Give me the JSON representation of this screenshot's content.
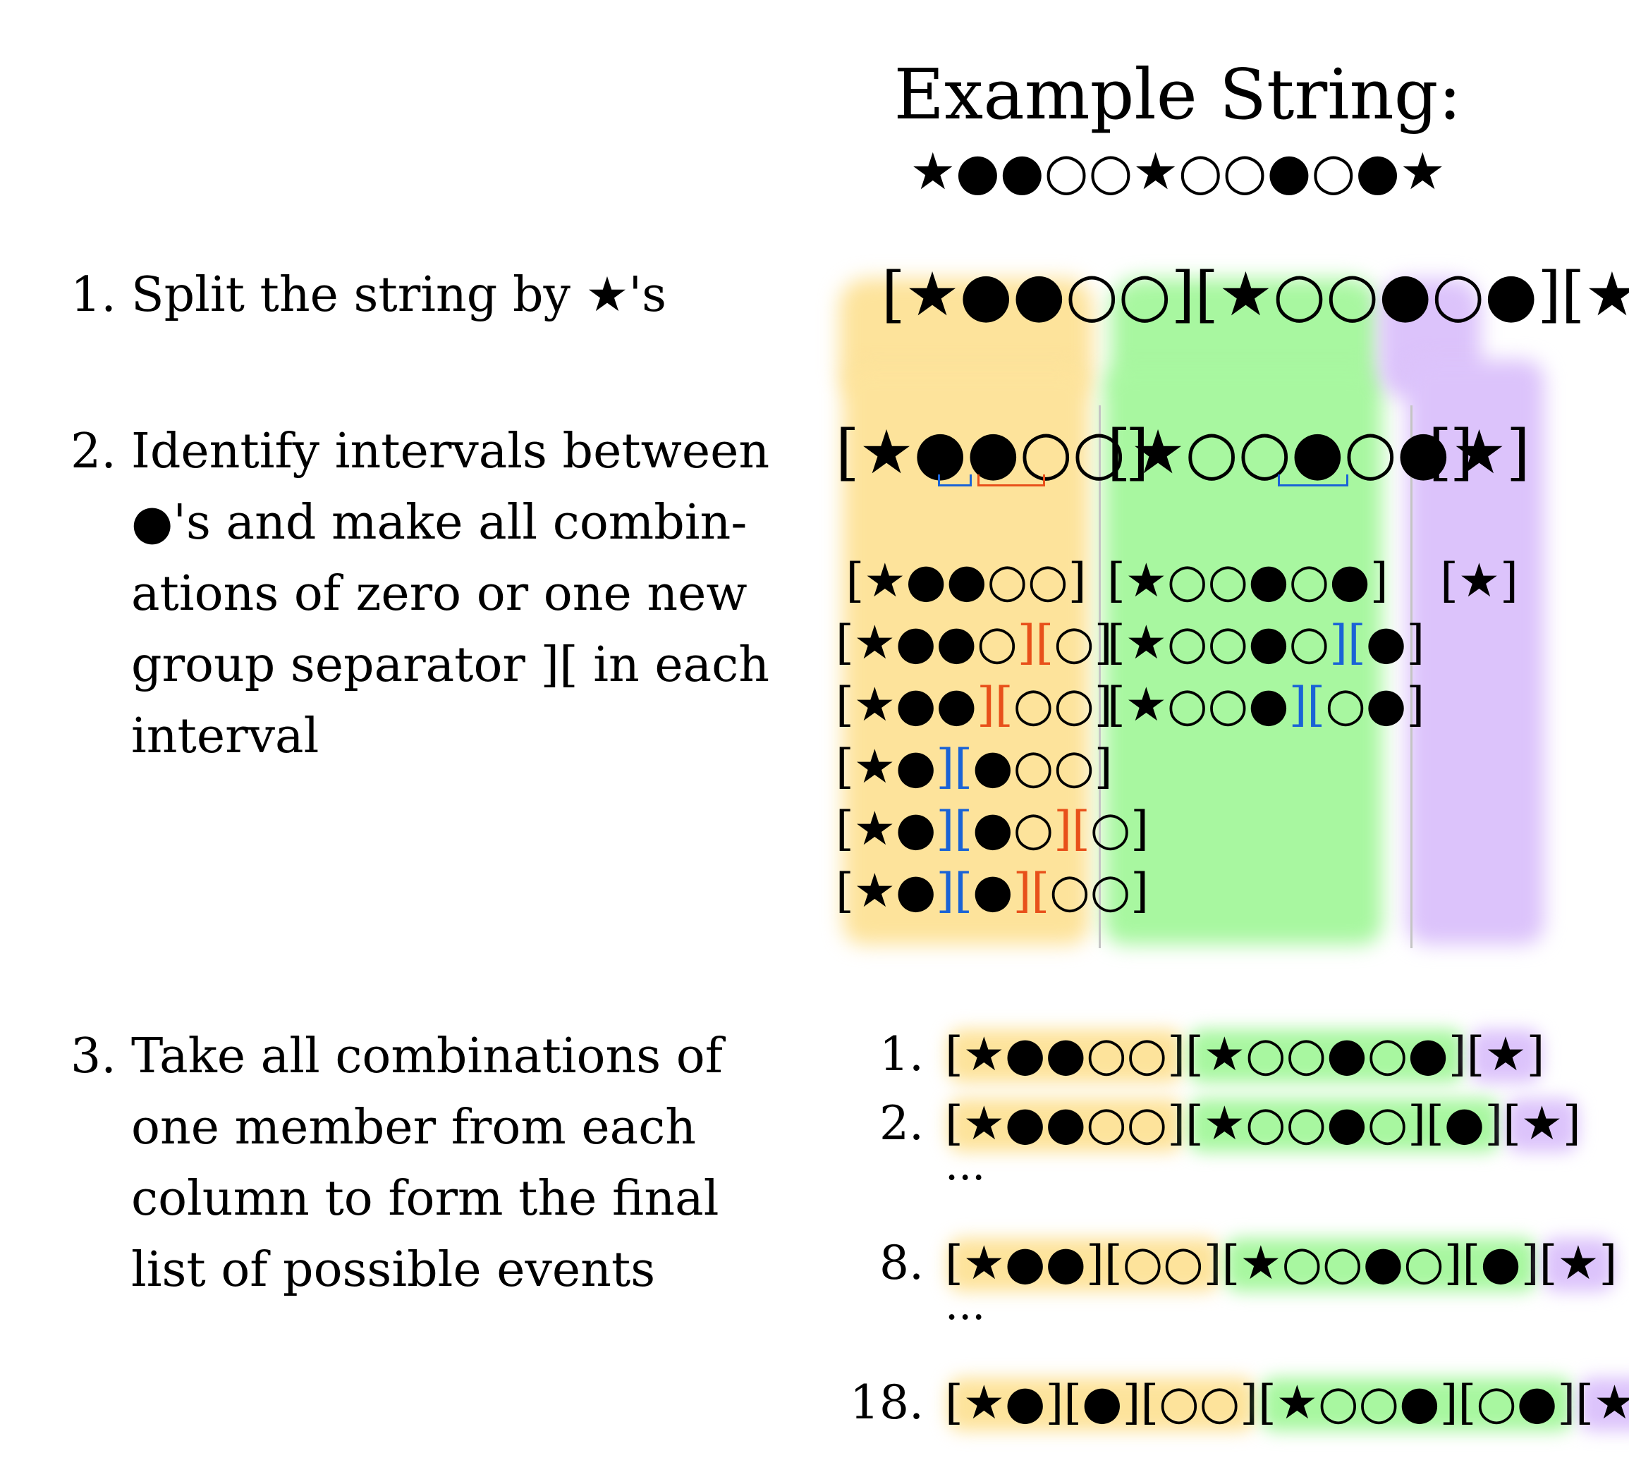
{
  "title": "Example String:",
  "example_string": "★●●○○★○○●○●★",
  "steps": [
    {
      "number": "1.",
      "lines": [
        "Split the string by ★'s"
      ]
    },
    {
      "number": "2.",
      "lines": [
        "Identify intervals between",
        "●'s and make all combin-",
        "ations of zero or one new",
        "group separator ][ in each",
        "interval"
      ]
    },
    {
      "number": "3.",
      "lines": [
        "Take all combinations of",
        "one member from each",
        "column to form the final",
        "list of possible events"
      ]
    }
  ],
  "split": {
    "groups": [
      "[★●●○○]",
      "[★○○●○●]",
      "[★]"
    ]
  },
  "columns": {
    "header": [
      "[★●●○○]",
      "[★○○●○●]",
      "[★]"
    ],
    "orange": [
      [
        [
          "[★●●○○]",
          ""
        ]
      ],
      [
        [
          "[★●●○",
          ""
        ],
        [
          "][",
          "orange"
        ],
        [
          "○]",
          ""
        ]
      ],
      [
        [
          "[★●●",
          ""
        ],
        [
          "][",
          "orange"
        ],
        [
          "○○]",
          ""
        ]
      ],
      [
        [
          "[★●",
          ""
        ],
        [
          "][",
          "blue"
        ],
        [
          "●○○]",
          ""
        ]
      ],
      [
        [
          "[★●",
          ""
        ],
        [
          "][",
          "blue"
        ],
        [
          "●○",
          ""
        ],
        [
          "][",
          "orange"
        ],
        [
          "○]",
          ""
        ]
      ],
      [
        [
          "[★●",
          ""
        ],
        [
          "][",
          "blue"
        ],
        [
          "●",
          ""
        ],
        [
          "][",
          "orange"
        ],
        [
          "○○]",
          ""
        ]
      ]
    ],
    "green": [
      [
        [
          "[★○○●○●]",
          ""
        ]
      ],
      [
        [
          "[★○○●○",
          ""
        ],
        [
          "][",
          "blue"
        ],
        [
          "●]",
          ""
        ]
      ],
      [
        [
          "[★○○●",
          ""
        ],
        [
          "][",
          "blue"
        ],
        [
          "○●]",
          ""
        ]
      ]
    ],
    "purple": [
      [
        [
          "[★]",
          ""
        ]
      ]
    ]
  },
  "results": [
    {
      "number": "1.",
      "segments": [
        [
          "[★●●○○]",
          "orange"
        ],
        [
          "[★○○●○●]",
          "green"
        ],
        [
          "[★]",
          "purple"
        ]
      ]
    },
    {
      "number": "2.",
      "segments": [
        [
          "[★●●○○]",
          "orange"
        ],
        [
          "[★○○●○][●]",
          "green"
        ],
        [
          "[★]",
          "purple"
        ]
      ]
    },
    {
      "number": "",
      "ellipsis": "..."
    },
    {
      "number": "8.",
      "segments": [
        [
          "[★●●][○○]",
          "orange"
        ],
        [
          "[★○○●○][●]",
          "green"
        ],
        [
          "[★]",
          "purple"
        ]
      ]
    },
    {
      "number": "",
      "ellipsis": "..."
    },
    {
      "number": "18.",
      "segments": [
        [
          "[★●][●][○○]",
          "orange"
        ],
        [
          "[★○○●][○●]",
          "green"
        ],
        [
          "[★]",
          "purple"
        ]
      ]
    }
  ],
  "colors": {
    "orange_glow": "#fde39b",
    "green_glow": "#a8f7a0",
    "purple_glow": "#dcc3fb",
    "blue": "#1a63d6",
    "orange": "#e8501a",
    "separator": "#c4c4c4"
  }
}
